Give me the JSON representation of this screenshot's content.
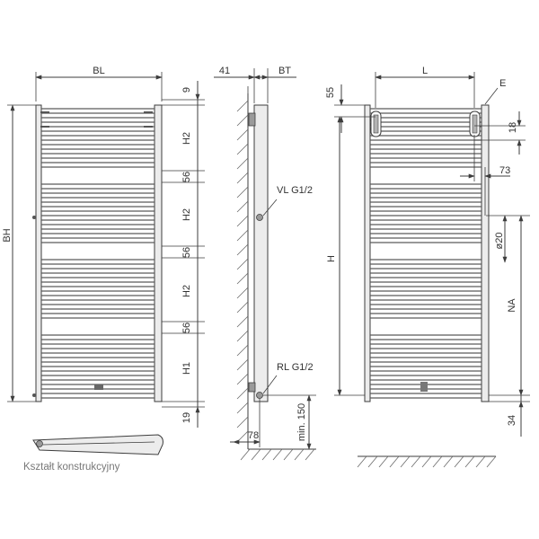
{
  "front_view": {
    "dims": {
      "width": "BL",
      "height": "BH",
      "top": "9",
      "bottom": "19",
      "h2_a": "H2",
      "gap_a": "56",
      "h2_b": "H2",
      "gap_b": "56",
      "h2_c": "H2",
      "gap_c": "56",
      "h1": "H1"
    }
  },
  "side_view": {
    "dims": {
      "wall": "41",
      "depth": "BT",
      "floor_offset": "78",
      "min_height": "min. 150"
    },
    "supply": "VL G1/2",
    "return": "RL G1/2"
  },
  "install_view": {
    "dims": {
      "length": "L",
      "height": "H",
      "top": "55",
      "bracket": "E",
      "bracket_h": "18",
      "projection": "73",
      "diameter": "ø20",
      "na": "NA",
      "bottom": "34"
    }
  },
  "caption": "Kształt konstrukcyjny"
}
